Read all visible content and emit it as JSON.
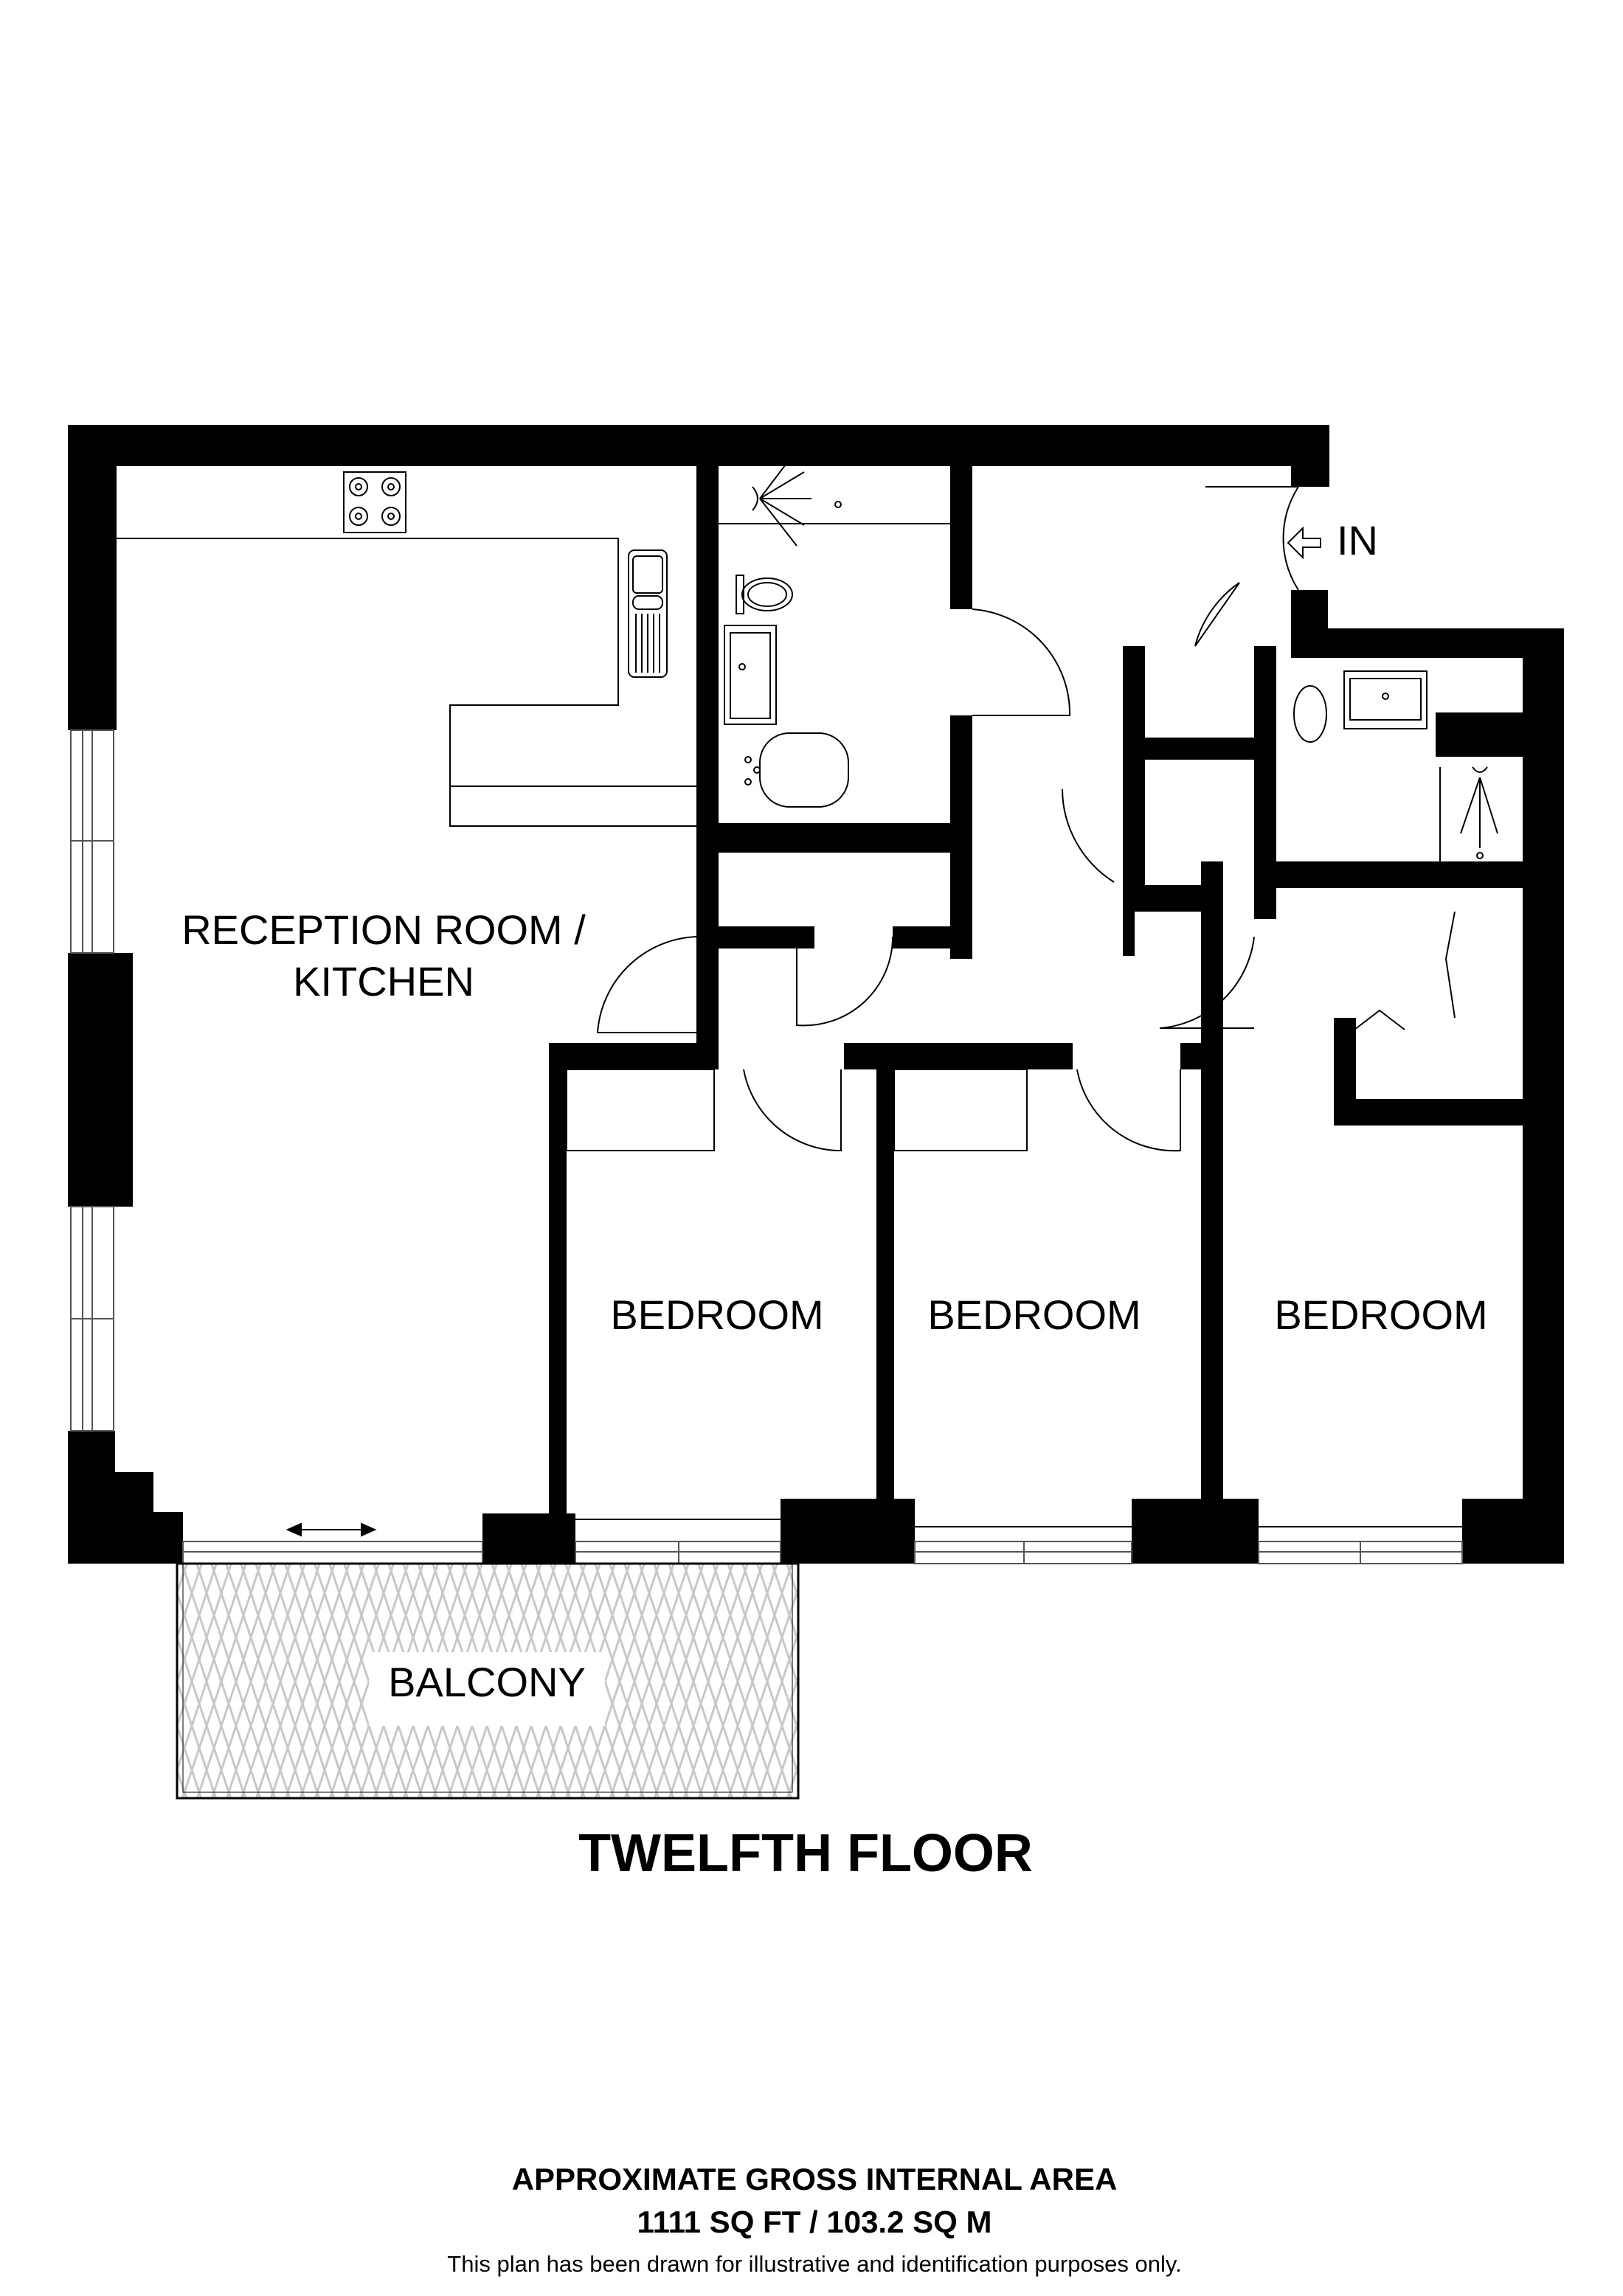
{
  "plan": {
    "floor_title": "TWELFTH FLOOR",
    "entrance_label": "IN",
    "rooms": [
      {
        "label_line1": "RECEPTION ROOM /",
        "label_line2": "KITCHEN"
      },
      {
        "label": "BEDROOM"
      },
      {
        "label": "BEDROOM"
      },
      {
        "label": "BEDROOM"
      },
      {
        "label": "BALCONY"
      }
    ],
    "icons": [
      "hob-icon",
      "kitchen-sink-icon",
      "shower-icon",
      "toilet-icon",
      "basin-icon",
      "bath-icon",
      "door-swing-icon",
      "sliding-door-arrow-icon",
      "entrance-arrow-icon",
      "wardrobe-icon"
    ]
  },
  "footer": {
    "area_title": "APPROXIMATE GROSS INTERNAL AREA",
    "area_value": "1111 SQ FT / 103.2 SQ M",
    "disclaimer": "This plan has been drawn for illustrative and identification purposes only."
  },
  "colors": {
    "wall": "#000000",
    "background": "#ffffff",
    "balcony_hatch": "#c8c8c8"
  }
}
